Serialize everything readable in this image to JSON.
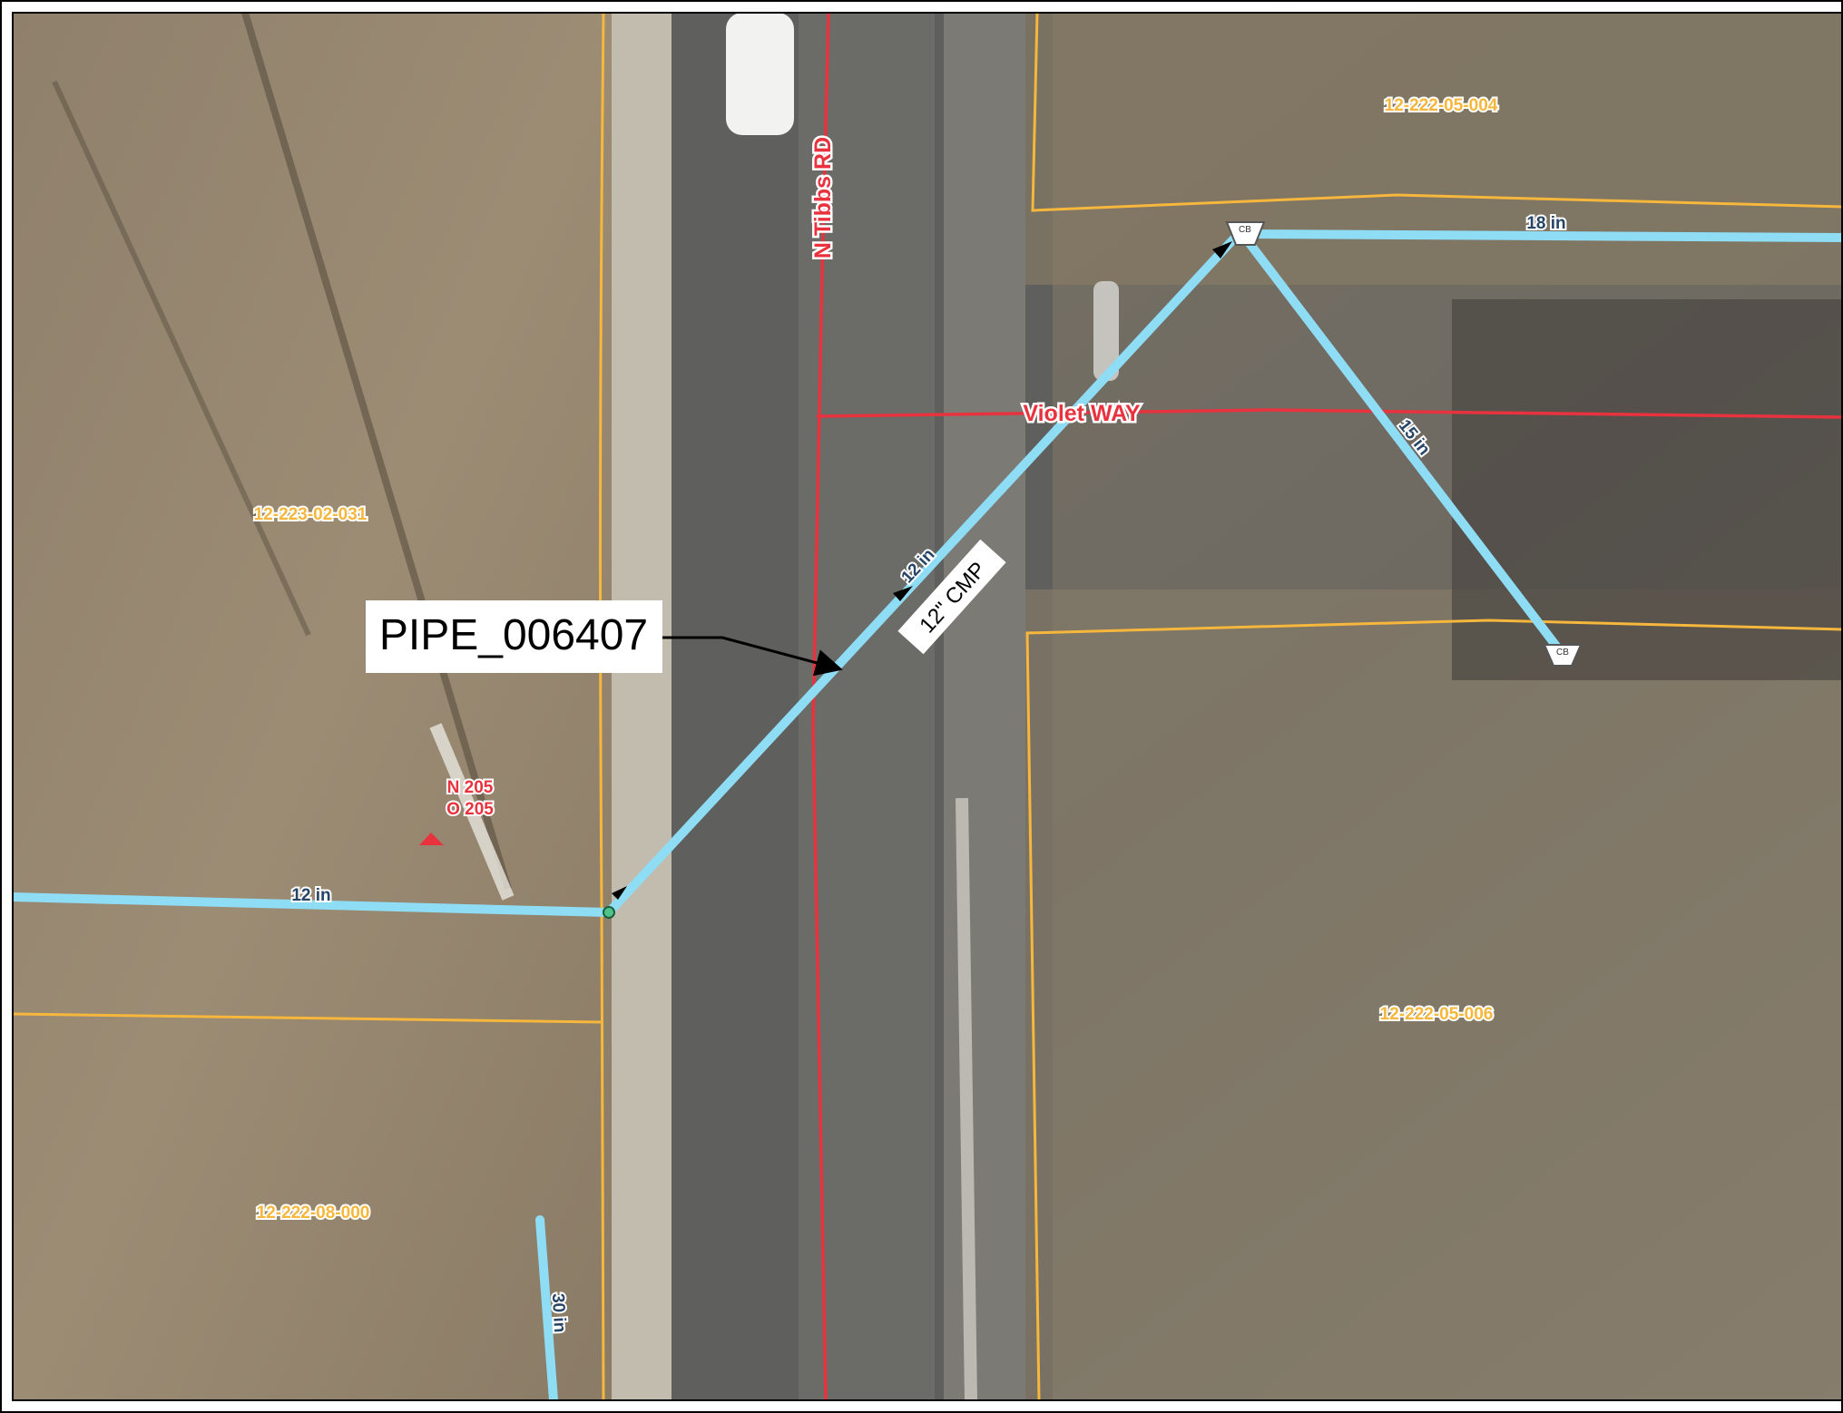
{
  "map": {
    "colors": {
      "parcel": "#f6b73c",
      "road": "#e8333f",
      "pipe": "#8fdcf5",
      "frame": "#000000"
    },
    "roads": [
      {
        "name": "N Tibbs RD"
      },
      {
        "name": "Violet WAY"
      }
    ],
    "parcels": [
      {
        "id": "12-222-05-004"
      },
      {
        "id": "12-223-02-031"
      },
      {
        "id": "12-222-05-006"
      },
      {
        "id": "12-222-08-000"
      }
    ],
    "pipe_labels": [
      "18 in",
      "15 in",
      "12 in",
      "12 in",
      "30 in"
    ],
    "catch_basins": [
      {
        "label": "CB"
      },
      {
        "label": "CB"
      }
    ],
    "survey_point": {
      "line1": "N 205",
      "line2": "O 205",
      "icon": "red-triangle-icon"
    },
    "callout": {
      "text": "PIPE_006407"
    },
    "pipe_annotation": {
      "text": "12\" CMP"
    }
  }
}
